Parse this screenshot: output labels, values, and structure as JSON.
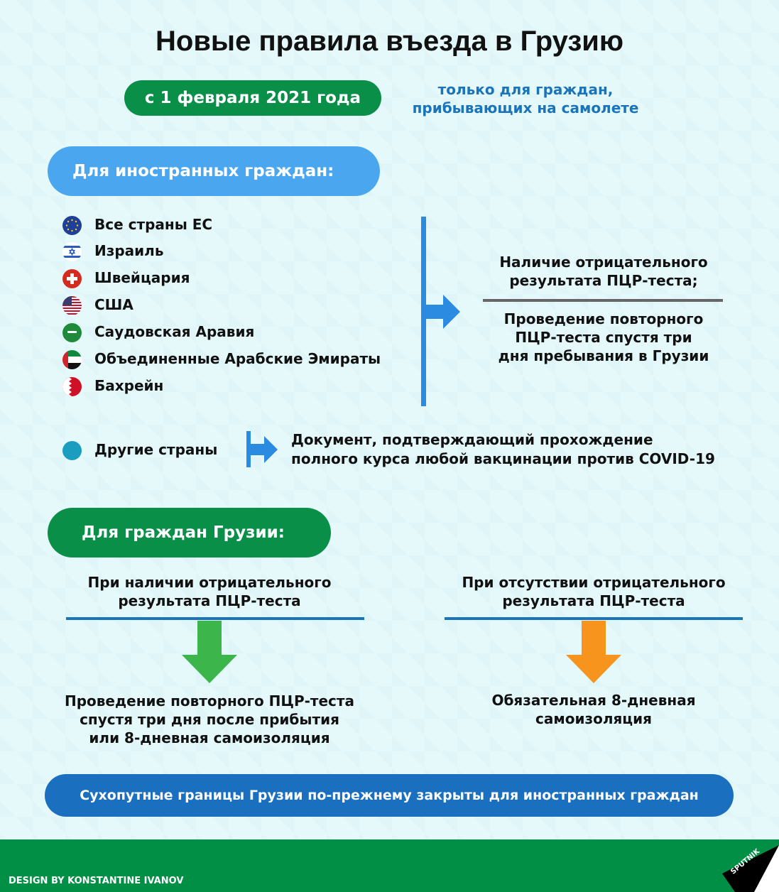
{
  "title": "Новые правила въезда в Грузию",
  "date_badge": "с 1 февраля 2021 года",
  "note": [
    "только для граждан,",
    "прибывающих на самолете"
  ],
  "foreign": {
    "heading": "Для иностранных граждан:",
    "countries": [
      {
        "name": "Все страны ЕС",
        "flag": "eu-flag-icon"
      },
      {
        "name": "Израиль",
        "flag": "israel-flag-icon"
      },
      {
        "name": "Швейцария",
        "flag": "switzerland-flag-icon"
      },
      {
        "name": "США",
        "flag": "usa-flag-icon"
      },
      {
        "name": "Саудовская Аравия",
        "flag": "saudi-flag-icon"
      },
      {
        "name": "Объединенные Арабские Эмираты",
        "flag": "uae-flag-icon"
      },
      {
        "name": "Бахрейн",
        "flag": "bahrain-flag-icon"
      }
    ],
    "requirement_1": [
      "Наличие отрицательного",
      "результата ПЦР-теста;"
    ],
    "requirement_2": [
      "Проведение повторного",
      "ПЦР-теста спустя три",
      "дня пребывания в Грузии"
    ],
    "other_label": "Другие страны",
    "other_requirement": [
      "Документ, подтверждающий прохождение",
      "полного курса любой вакцинации против COVID-19"
    ]
  },
  "georgian": {
    "heading": "Для граждан Грузии:",
    "left_condition": [
      "При наличии отрицательного",
      "результата ПЦР-теста"
    ],
    "left_result": [
      "Проведение повторного ПЦР-теста",
      "спустя три дня после прибытия",
      "или 8-дневная самоизоляция"
    ],
    "right_condition": [
      "При отсутствии отрицательного",
      "результата ПЦР-теста"
    ],
    "right_result": [
      "Обязательная 8-дневная",
      "самоизоляция"
    ]
  },
  "banner": "Сухопутные границы Грузии по-прежнему закрыты для иностранных граждан",
  "footer": {
    "credit": "DESIGN BY KONSTANTINE IVANOV",
    "logo": "SPUTNIK"
  },
  "colors": {
    "green": "#0a8f48",
    "blue_pill": "#4aa6ef",
    "blue_text": "#1a74b9",
    "banner": "#1a6fbf",
    "arrow_blue": "#2b8be0",
    "arrow_green": "#3cb54a",
    "arrow_orange": "#f7941d"
  }
}
